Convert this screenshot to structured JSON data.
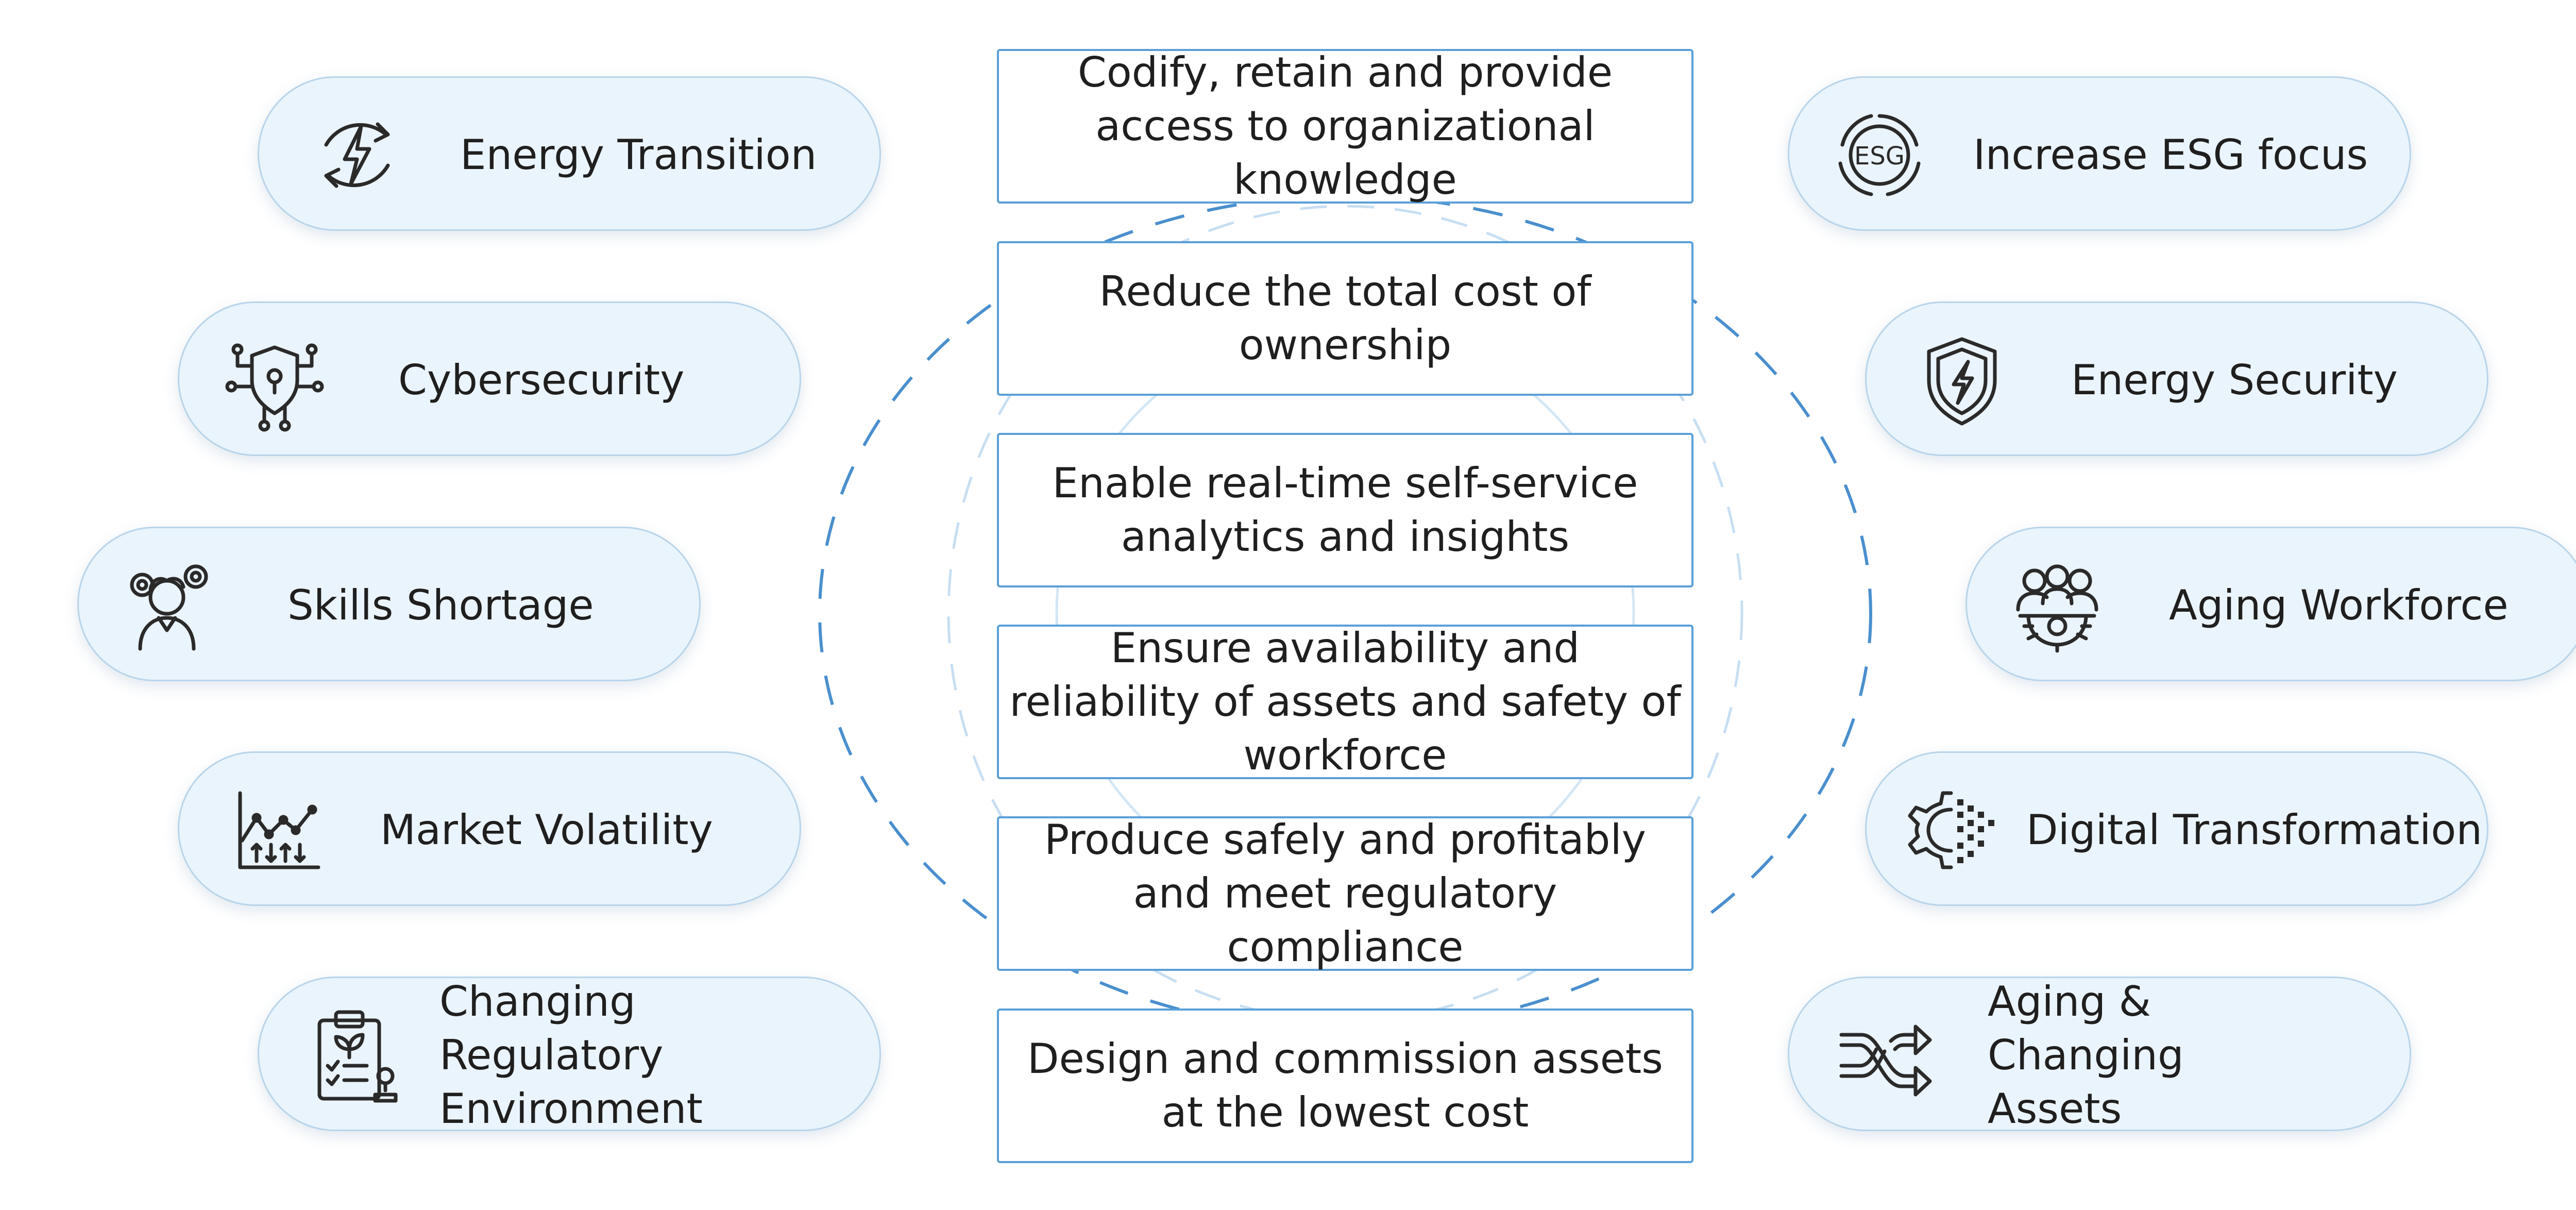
{
  "left_drivers": [
    {
      "label": "Energy Transition",
      "icon": "energy-transition-icon"
    },
    {
      "label": "Cybersecurity",
      "icon": "cybersecurity-icon"
    },
    {
      "label": "Skills Shortage",
      "icon": "skills-shortage-icon"
    },
    {
      "label": "Market Volatility",
      "icon": "market-volatility-icon"
    },
    {
      "label": "Changing Regulatory Environment",
      "icon": "regulatory-clipboard-icon"
    }
  ],
  "right_drivers": [
    {
      "label": "Increase ESG focus",
      "icon": "esg-icon",
      "icon_text": "ESG"
    },
    {
      "label": "Energy Security",
      "icon": "energy-shield-icon"
    },
    {
      "label": "Aging Workforce",
      "icon": "aging-workforce-icon"
    },
    {
      "label": "Digital Transformation",
      "icon": "digital-gear-icon"
    },
    {
      "label": "Aging & Changing Assets",
      "icon": "shuffle-arrows-icon"
    }
  ],
  "objectives": [
    "Codify, retain and provide access to organizational knowledge",
    "Reduce the total cost of ownership",
    "Enable real-time self-service analytics and insights",
    "Ensure availability and reliability of assets and safety of workforce",
    "Produce safely and profitably and meet regulatory compliance",
    "Design and commission assets at the lowest cost"
  ],
  "colors": {
    "pill_fill": "#eaf4fc",
    "pill_border": "#b8d4ea",
    "box_border": "#5a9fd8",
    "dashed_ring": "#4a8fce",
    "inner_ring": "#c7def2",
    "icon_stroke": "#2a2a2a",
    "text": "#1f1f1f"
  }
}
